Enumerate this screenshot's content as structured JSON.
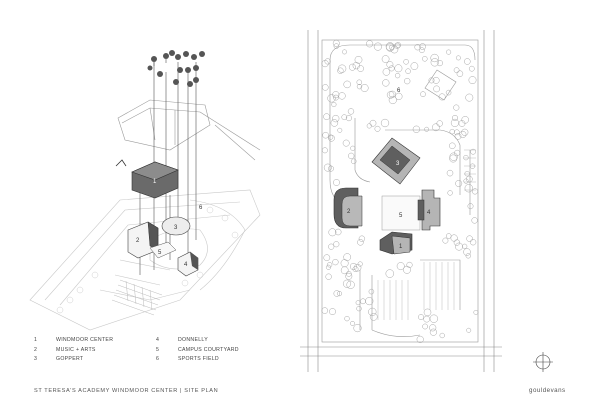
{
  "legend": [
    {
      "num": "1",
      "label": "WINDMOOR CENTER"
    },
    {
      "num": "2",
      "label": "MUSIC + ARTS"
    },
    {
      "num": "3",
      "label": "GOPPERT"
    },
    {
      "num": "4",
      "label": "DONNELLY"
    },
    {
      "num": "5",
      "label": "CAMPUS COURTYARD"
    },
    {
      "num": "6",
      "label": "SPORTS FIELD"
    }
  ],
  "footer": {
    "title": "ST TERESA'S ACADEMY WINDMOOR CENTER | SITE PLAN",
    "brand": "gouldevans"
  },
  "axon_labels": {
    "b1": "1",
    "b2": "2",
    "b3": "3",
    "b4": "4",
    "b5": "5",
    "b6": "6"
  },
  "plan_labels": {
    "b1": "1",
    "b2": "2",
    "b3": "3",
    "b4": "4",
    "b5": "5",
    "b6": "6"
  },
  "colors": {
    "building_dark": "#5e5e5e",
    "building_light": "#b3b3b3",
    "line": "#555555",
    "light_line": "#bdbdbd"
  },
  "icons": [
    "north-arrow-icon",
    "tree-icon"
  ]
}
